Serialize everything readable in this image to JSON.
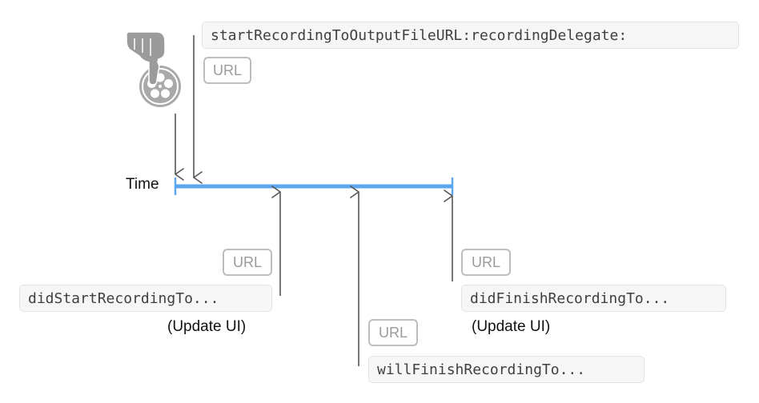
{
  "timeline": {
    "label": "Time",
    "color": "#5ea6ef"
  },
  "calls": {
    "start": "startRecordingToOutputFileURL:recordingDelegate:",
    "did_start": "didStartRecordingTo...",
    "will_finish": "willFinishRecordingTo...",
    "did_finish": "didFinishRecordingTo..."
  },
  "url_tags": {
    "start": "URL",
    "did_start": "URL",
    "will_finish": "URL",
    "did_finish": "URL"
  },
  "notes": {
    "did_start": "(Update UI)",
    "did_finish": "(Update UI)"
  },
  "icons": {
    "record": "pointing-hand-film-reel-icon"
  },
  "colors": {
    "arrow": "#555555",
    "icon": "#9b9b9b"
  }
}
